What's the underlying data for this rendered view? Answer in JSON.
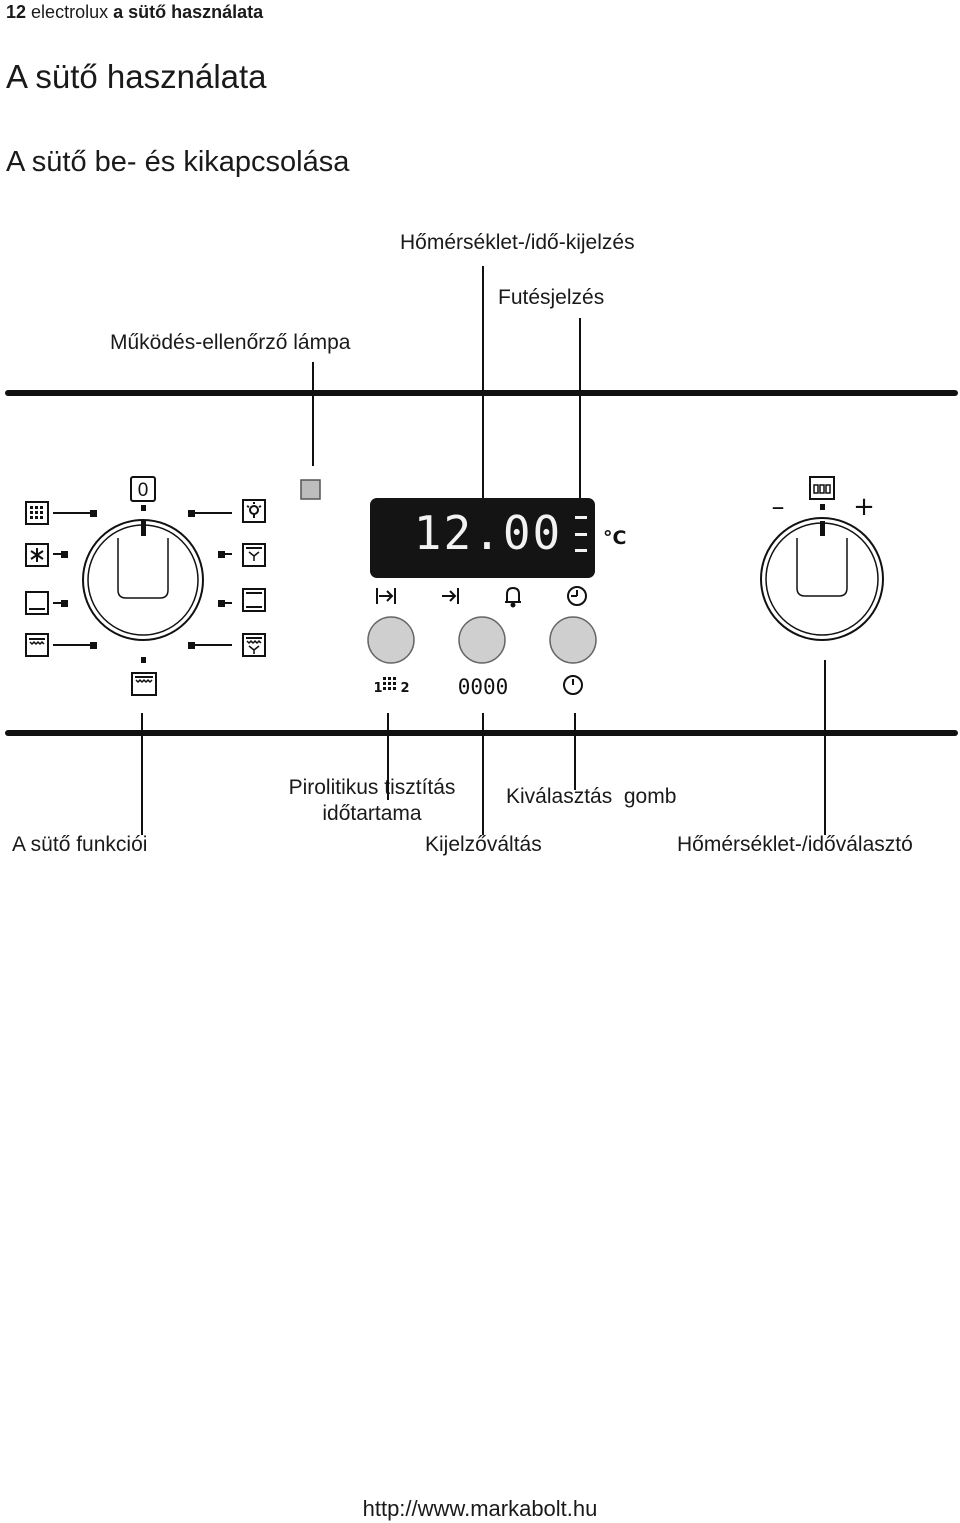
{
  "header": {
    "page_number": "12",
    "brand": "electrolux",
    "section": "a sütő használata"
  },
  "title": "A sütő használata",
  "subtitle": "A sütő be- és kikapcsolása",
  "callouts": {
    "temp_time_display": "Hőmérséklet-/idő-kijelzés",
    "heating_indicator": "Futésjelzés",
    "operation_lamp": "Működés-ellenőrző lámpa",
    "oven_functions": "A sütő funkciói",
    "pyrolytic_line1": "Pirolitikus tisztítás",
    "pyrolytic_line2": "időtartama",
    "select_button": "Kiválasztás  gomb",
    "display_switch": "Kijelzőváltás",
    "temp_time_selector": "Hőmérséklet-/időválasztó"
  },
  "panel": {
    "display_time": "12.00",
    "display_unit": "°C",
    "function_knob_zero": "0",
    "minus_sign": "–",
    "plus_sign": "+",
    "button_bottom_label_mid": "0000",
    "button_bottom_label_left_a": "1",
    "button_bottom_label_left_b": "2",
    "icons": {
      "function_knob_left": [
        "grill-fan-icon",
        "defrost-icon",
        "bottom-heat-icon",
        "top-bottom-heat-icon"
      ],
      "function_knob_right": [
        "oven-light-icon",
        "fan-bottom-heat-icon",
        "conventional-heat-icon",
        "fan-grill-icon"
      ],
      "function_knob_bottom": "pizza-heat-icon",
      "buttons_top": [
        "duration-icon",
        "end-time-icon",
        "bell-icon",
        "clock-icon"
      ],
      "buttons_bottom": [
        "pyrolysis-icon",
        "display-switch-icon",
        "timer-icon"
      ],
      "selector_top": "temp-time-icon"
    },
    "colors": {
      "display_bg": "#141414",
      "display_digits": "#f2f2f2",
      "button_fill": "#cfcfcf",
      "lamp_fill": "#bdbdbd"
    }
  },
  "footer": {
    "url": "http://www.markabolt.hu"
  }
}
